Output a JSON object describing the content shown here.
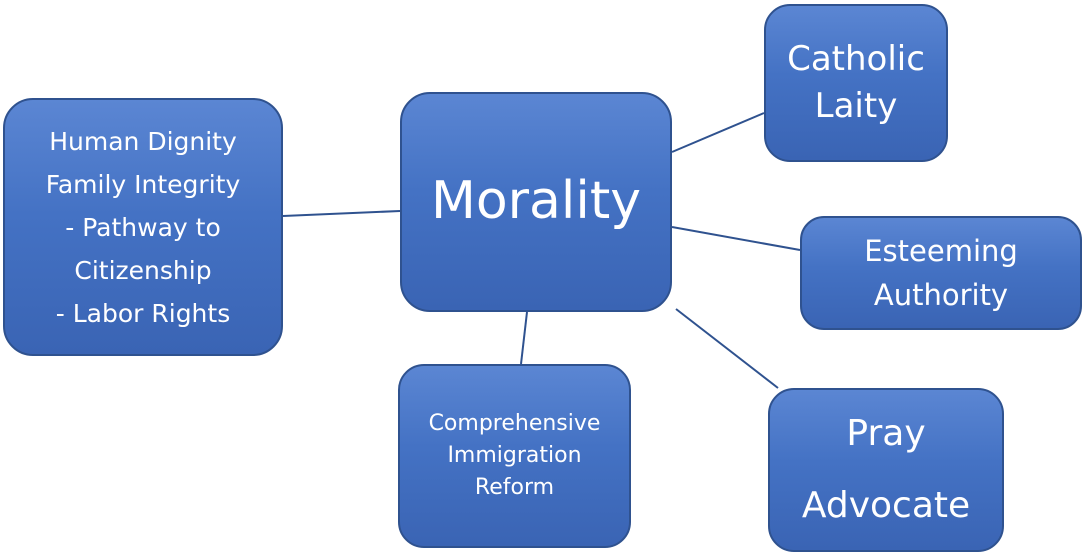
{
  "diagram": {
    "center": {
      "lines": [
        "Morality"
      ]
    },
    "left_box": {
      "lines": [
        "Human Dignity",
        "Family Integrity",
        "- Pathway to",
        "Citizenship",
        "- Labor Rights"
      ]
    },
    "catholic_box": {
      "lines": [
        "Catholic",
        "Laity"
      ]
    },
    "esteeming_box": {
      "lines": [
        "Esteeming",
        "Authority"
      ]
    },
    "pray_box": {
      "lines": [
        "Pray",
        "Advocate"
      ]
    },
    "reform_box": {
      "lines": [
        "Comprehensive",
        "Immigration",
        "Reform"
      ]
    },
    "colors": {
      "box_fill": "#4472c4",
      "box_border": "#2f528f",
      "connector": "#2f528f",
      "text": "#ffffff"
    }
  }
}
